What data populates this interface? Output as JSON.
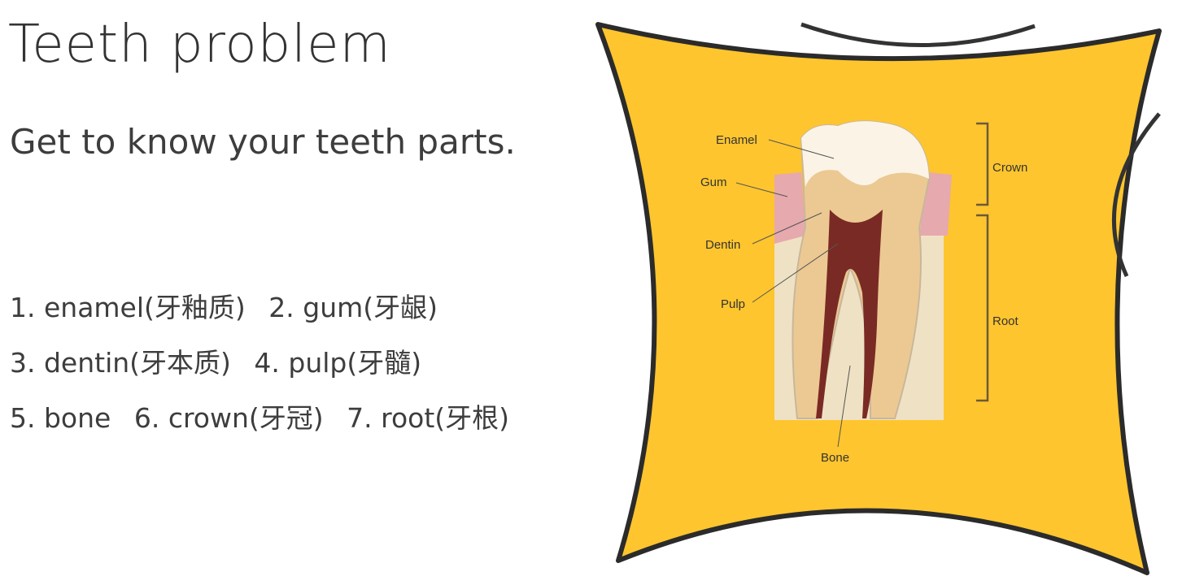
{
  "title": "Teeth problem",
  "subtitle": "Get to know your teeth parts.",
  "parts_lines": [
    [
      "1. enamel(牙釉质)",
      "2. gum(牙龈)"
    ],
    [
      "3. dentin(牙本质)",
      "4. pulp(牙髓)"
    ],
    [
      "5. bone",
      "6. crown(牙冠)",
      "7. root(牙根)"
    ]
  ],
  "diagram": {
    "labels": {
      "enamel": "Enamel",
      "gum": "Gum",
      "dentin": "Dentin",
      "pulp": "Pulp",
      "bone": "Bone",
      "crown": "Crown",
      "root": "Root"
    },
    "colors": {
      "background": "#FEC52E",
      "outline": "#2b2b2b"
    }
  }
}
